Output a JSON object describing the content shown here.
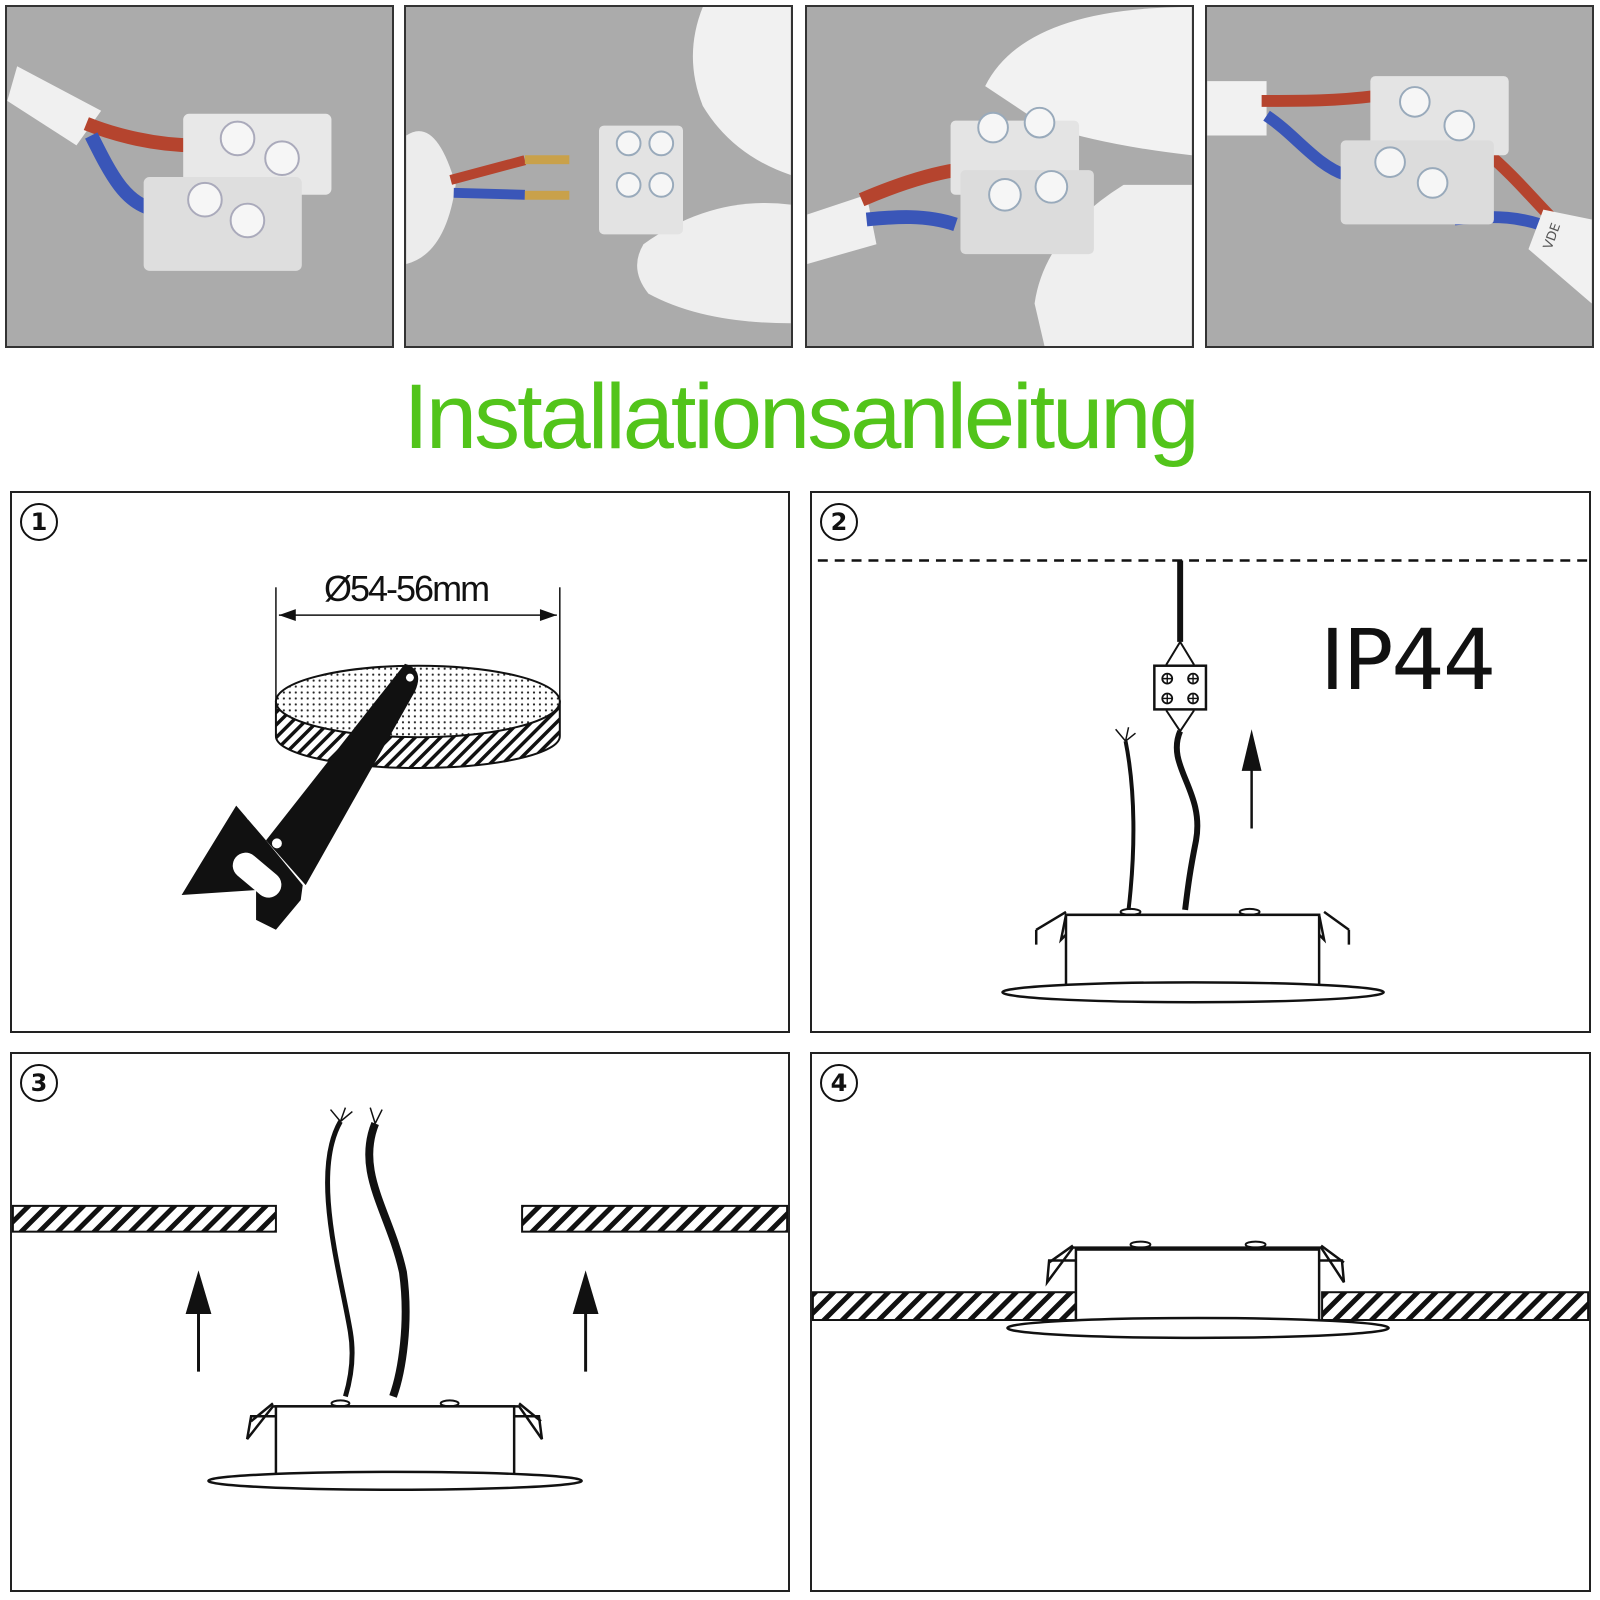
{
  "title": "Installationsanleitung",
  "colors": {
    "title": "#52c41a",
    "wire_red": "#b5442e",
    "wire_blue": "#3a56b8",
    "line": "#111111"
  },
  "photos": [
    {
      "name": "connector-with-cable"
    },
    {
      "name": "stripped-wires-and-connector"
    },
    {
      "name": "inserting-wires-into-connector"
    },
    {
      "name": "connected-cables"
    }
  ],
  "photo4_marking": "VDE",
  "steps": [
    {
      "number": "1",
      "dimension": "Ø54-56mm",
      "icon": "saw-icon"
    },
    {
      "number": "2",
      "rating": "IP44",
      "icon": "terminal-block-icon"
    },
    {
      "number": "3",
      "icon": "up-arrow-icon"
    },
    {
      "number": "4",
      "icon": "installed-downlight-icon"
    }
  ]
}
